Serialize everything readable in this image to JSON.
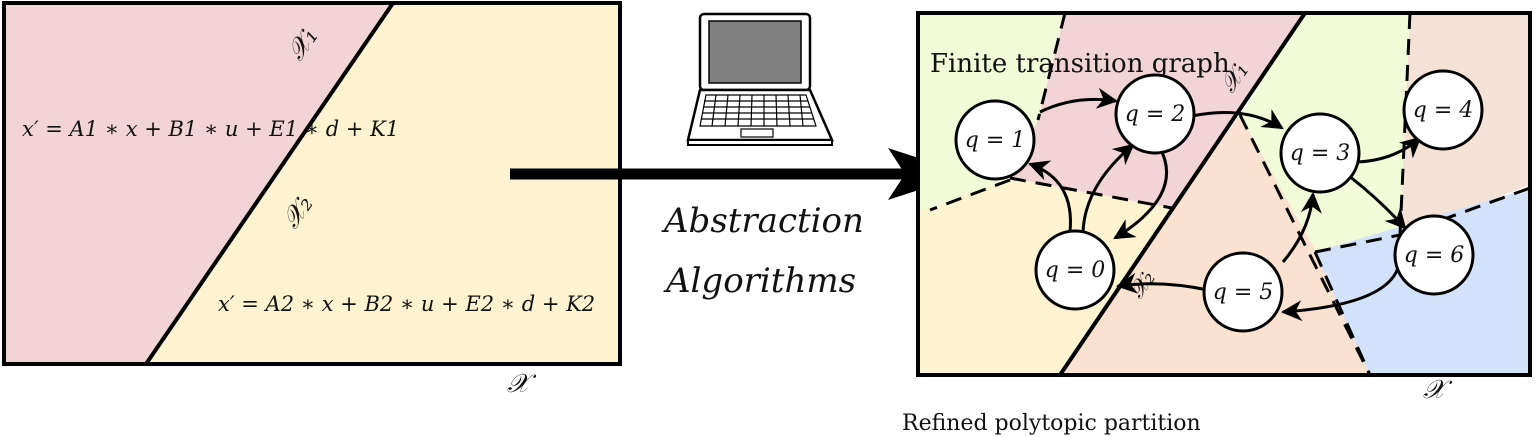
{
  "left_panel": {
    "region_1_label": "𝒳₁",
    "region_2_label": "𝒳₂",
    "domain_label": "𝒳",
    "dynamics_1": "x′ = A1 ∗ x + B1 ∗ u + E1 ∗ d + K1",
    "dynamics_2": "x′ = A2 ∗ x + B2 ∗ u + E2 ∗ d + K2"
  },
  "middle": {
    "computer_icon": "laptop-icon",
    "caption_line_1": "Abstraction",
    "caption_line_2": "Algorithms"
  },
  "right_panel": {
    "graph_title": "Finite transition graph",
    "region_1_label": "𝒳₁",
    "region_2_label": "𝒳₂",
    "domain_label": "𝒳",
    "caption": "Refined polytopic partition",
    "nodes": [
      {
        "id": "q0",
        "label": "q = 0"
      },
      {
        "id": "q1",
        "label": "q = 1"
      },
      {
        "id": "q2",
        "label": "q = 2"
      },
      {
        "id": "q3",
        "label": "q = 3"
      },
      {
        "id": "q4",
        "label": "q = 4"
      },
      {
        "id": "q5",
        "label": "q = 5"
      },
      {
        "id": "q6",
        "label": "q = 6"
      }
    ],
    "edges": [
      {
        "from": "q1",
        "to": "q2"
      },
      {
        "from": "q2",
        "to": "q0"
      },
      {
        "from": "q0",
        "to": "q2"
      },
      {
        "from": "q0",
        "to": "q1"
      },
      {
        "from": "q2",
        "to": "q3"
      },
      {
        "from": "q3",
        "to": "q4"
      },
      {
        "from": "q3",
        "to": "q6"
      },
      {
        "from": "q6",
        "to": "q5"
      },
      {
        "from": "q5",
        "to": "q3"
      },
      {
        "from": "q5",
        "to": "q0"
      }
    ]
  },
  "colors": {
    "pink": "#f2d4d7",
    "yellow": "#fdf3d1",
    "lime": "#f2fbd7",
    "peach": "#fbe2d0",
    "beige": "#f3e2d5",
    "blue": "#d3e2fb",
    "line": "#000000"
  }
}
